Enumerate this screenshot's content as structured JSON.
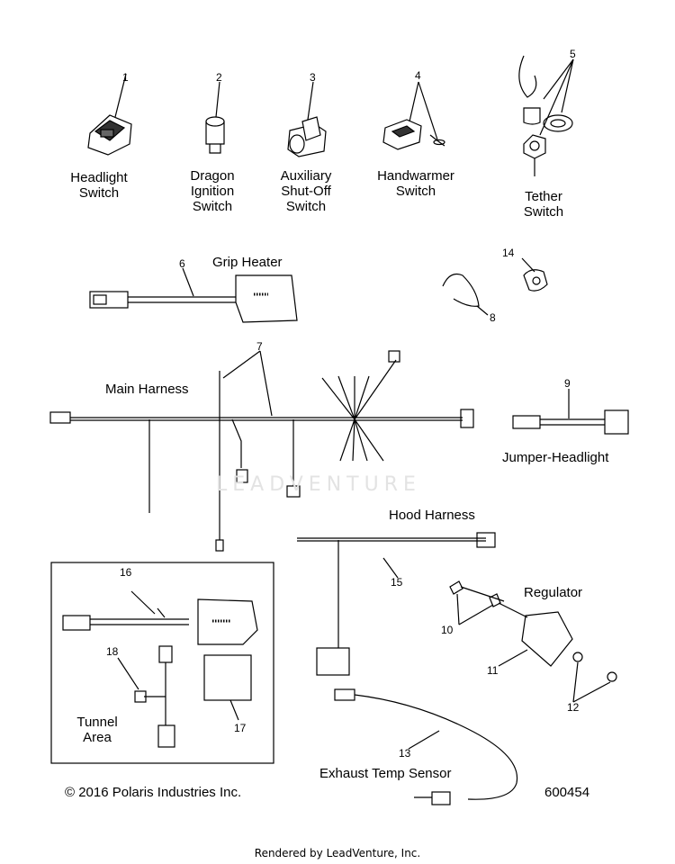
{
  "labels": {
    "headlight_switch": "Headlight\nSwitch",
    "dragon_ignition_switch": "Dragon\nIgnition\nSwitch",
    "auxiliary_shutoff_switch": "Auxiliary\nShut-Off\nSwitch",
    "handwarmer_switch": "Handwarmer\nSwitch",
    "tether_switch": "Tether\nSwitch",
    "grip_heater": "Grip Heater",
    "main_harness": "Main Harness",
    "jumper_headlight": "Jumper-Headlight",
    "hood_harness": "Hood Harness",
    "regulator": "Regulator",
    "tunnel_area": "Tunnel\nArea",
    "exhaust_temp_sensor": "Exhaust Temp Sensor"
  },
  "callouts": [
    "1",
    "2",
    "3",
    "4",
    "5",
    "6",
    "7",
    "8",
    "9",
    "10",
    "11",
    "12",
    "13",
    "14",
    "15",
    "16",
    "17",
    "18"
  ],
  "copyright": "© 2016 Polaris Industries Inc.",
  "figure_number": "600454",
  "rendered_by": "Rendered by LeadVenture, Inc.",
  "watermark": "LEADVENTURE"
}
